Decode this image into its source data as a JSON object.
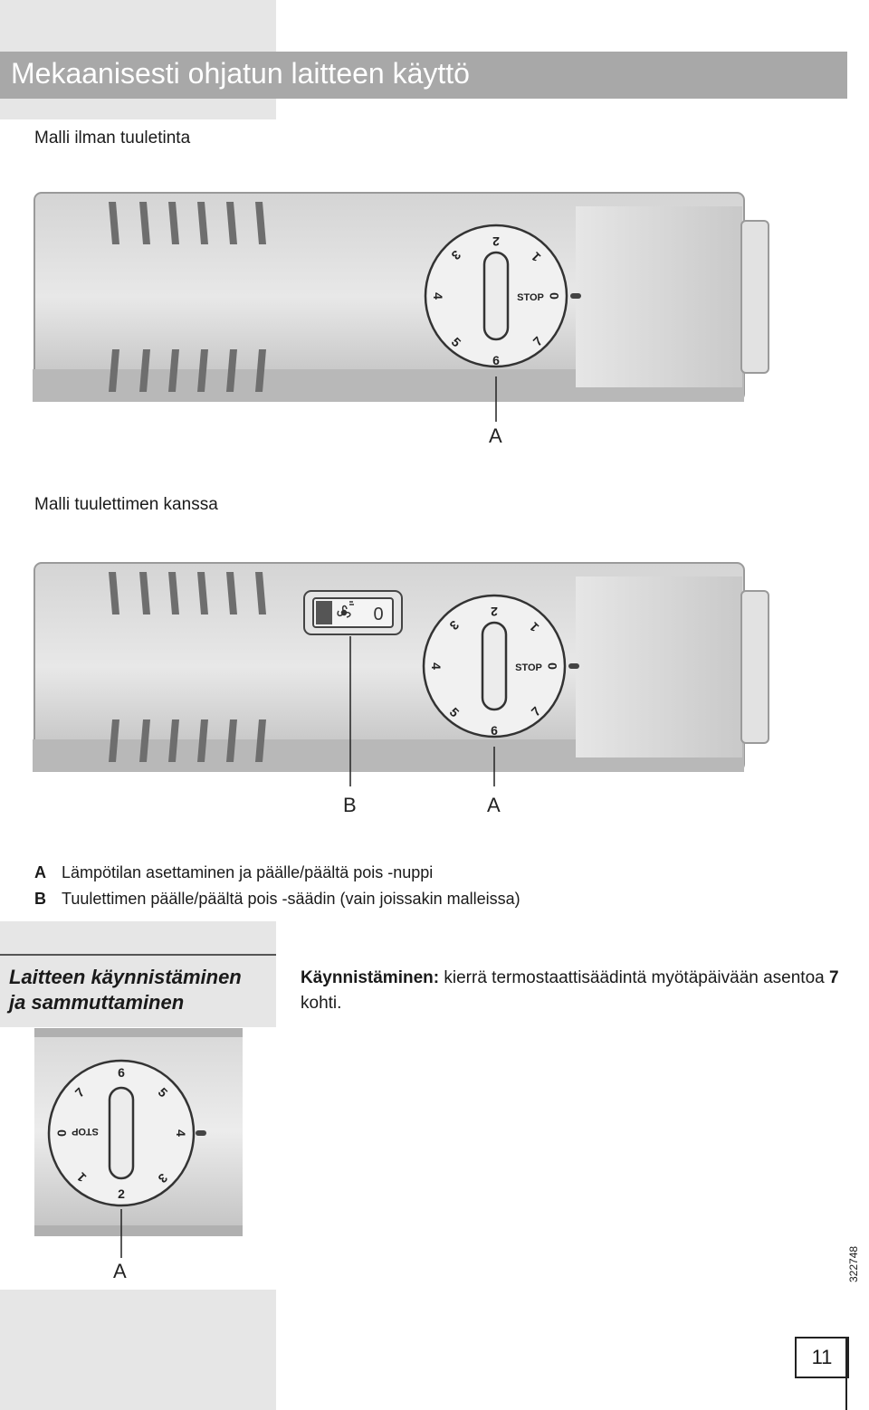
{
  "header": {
    "title": "Mekaanisesti ohjatun laitteen käyttö"
  },
  "figure1": {
    "caption": "Malli ilman tuuletinta",
    "dial": {
      "stop": "STOP",
      "numbers": [
        "2",
        "1",
        "0",
        "7",
        "6",
        "5",
        "4",
        "3"
      ]
    },
    "label_a": "A"
  },
  "figure2": {
    "caption": "Malli tuulettimen kanssa",
    "dial": {
      "stop": "STOP",
      "numbers": [
        "2",
        "1",
        "0",
        "7",
        "6",
        "5",
        "4",
        "3"
      ]
    },
    "switch_value": "0",
    "label_b": "B",
    "label_a": "A"
  },
  "legend": [
    {
      "key": "A",
      "text": "Lämpötilan asettaminen ja päälle/päältä pois -nuppi",
      "note": ""
    },
    {
      "key": "B",
      "text": "Tuulettimen päälle/päältä pois -säädin",
      "note": " (vain joissakin malleissa)"
    }
  ],
  "section": {
    "title_line1": "Laitteen käynnistäminen",
    "title_line2": "ja sammuttaminen",
    "body_bold": "Käynnistäminen:",
    "body_text": " kierrä termostaattisäädintä myötäpäivään asentoa ",
    "body_bold2": "7",
    "body_end": " kohti."
  },
  "figure3": {
    "dial": {
      "stop": "STOP",
      "numbers": [
        "6",
        "5",
        "4",
        "3",
        "2",
        "1",
        "0",
        "7"
      ]
    },
    "label_a": "A"
  },
  "footer": {
    "page_number": "11",
    "doc_number": "322748"
  }
}
